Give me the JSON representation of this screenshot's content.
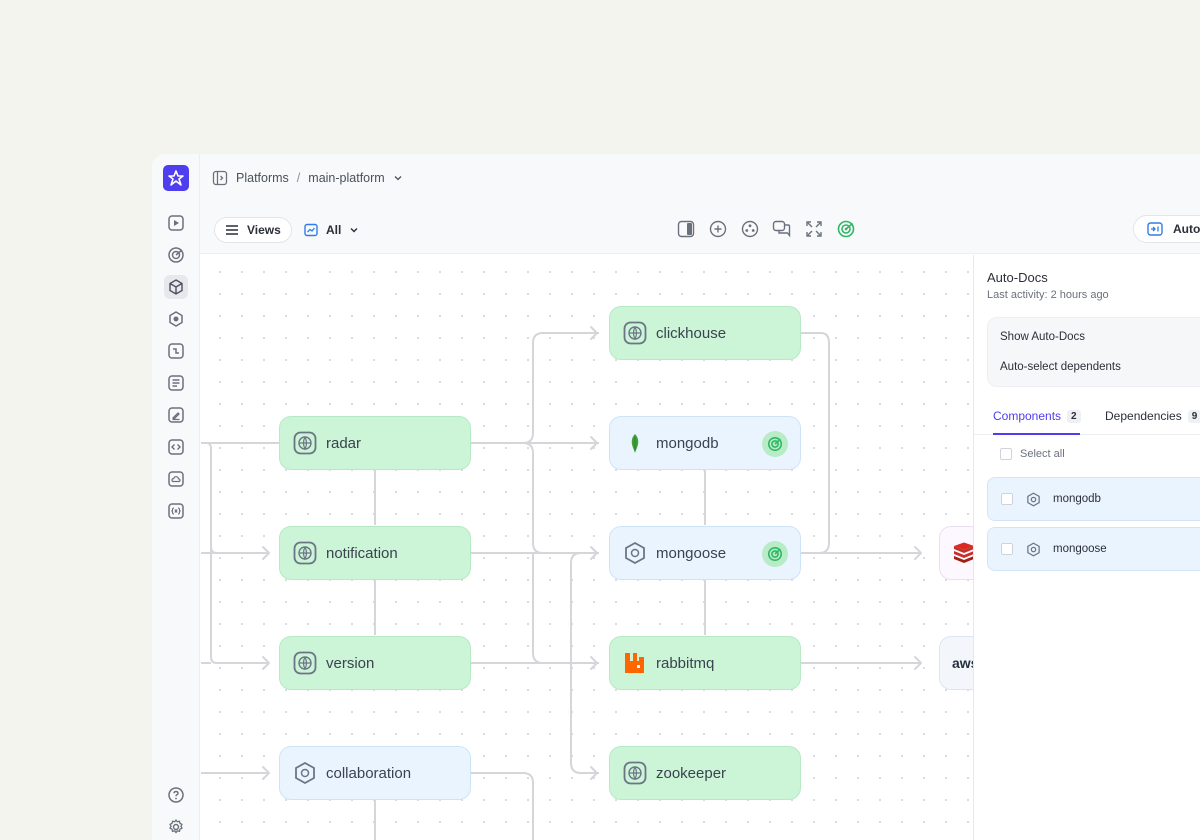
{
  "breadcrumb": {
    "section": "Platforms",
    "separator": "/",
    "current": "main-platform"
  },
  "toolbar": {
    "views_label": "Views",
    "filter_label": "All",
    "mode_label": "Auto"
  },
  "graph": {
    "nodes": [
      {
        "label": "clickhouse"
      },
      {
        "label": "radar"
      },
      {
        "label": "mongodb"
      },
      {
        "label": "notification"
      },
      {
        "label": "mongoose"
      },
      {
        "label": "version"
      },
      {
        "label": "rabbitmq"
      },
      {
        "label": "collaboration"
      },
      {
        "label": "zookeeper"
      }
    ],
    "external": [
      {
        "icon": "redis-icon"
      },
      {
        "label": "aws"
      }
    ]
  },
  "panel": {
    "title": "Auto-Docs",
    "subtitle": "Last activity: 2 hours ago",
    "options": [
      "Show Auto-Docs",
      "Auto-select dependents"
    ],
    "tabs": [
      {
        "label": "Components",
        "count": "2"
      },
      {
        "label": "Dependencies",
        "count": "9"
      }
    ],
    "select_all": "Select all",
    "components": [
      {
        "label": "mongodb"
      },
      {
        "label": "mongoose"
      }
    ]
  },
  "colors": {
    "accent": "#4f3df0",
    "node_green": "#ccf5d7",
    "node_blue": "#eaf4ff"
  }
}
